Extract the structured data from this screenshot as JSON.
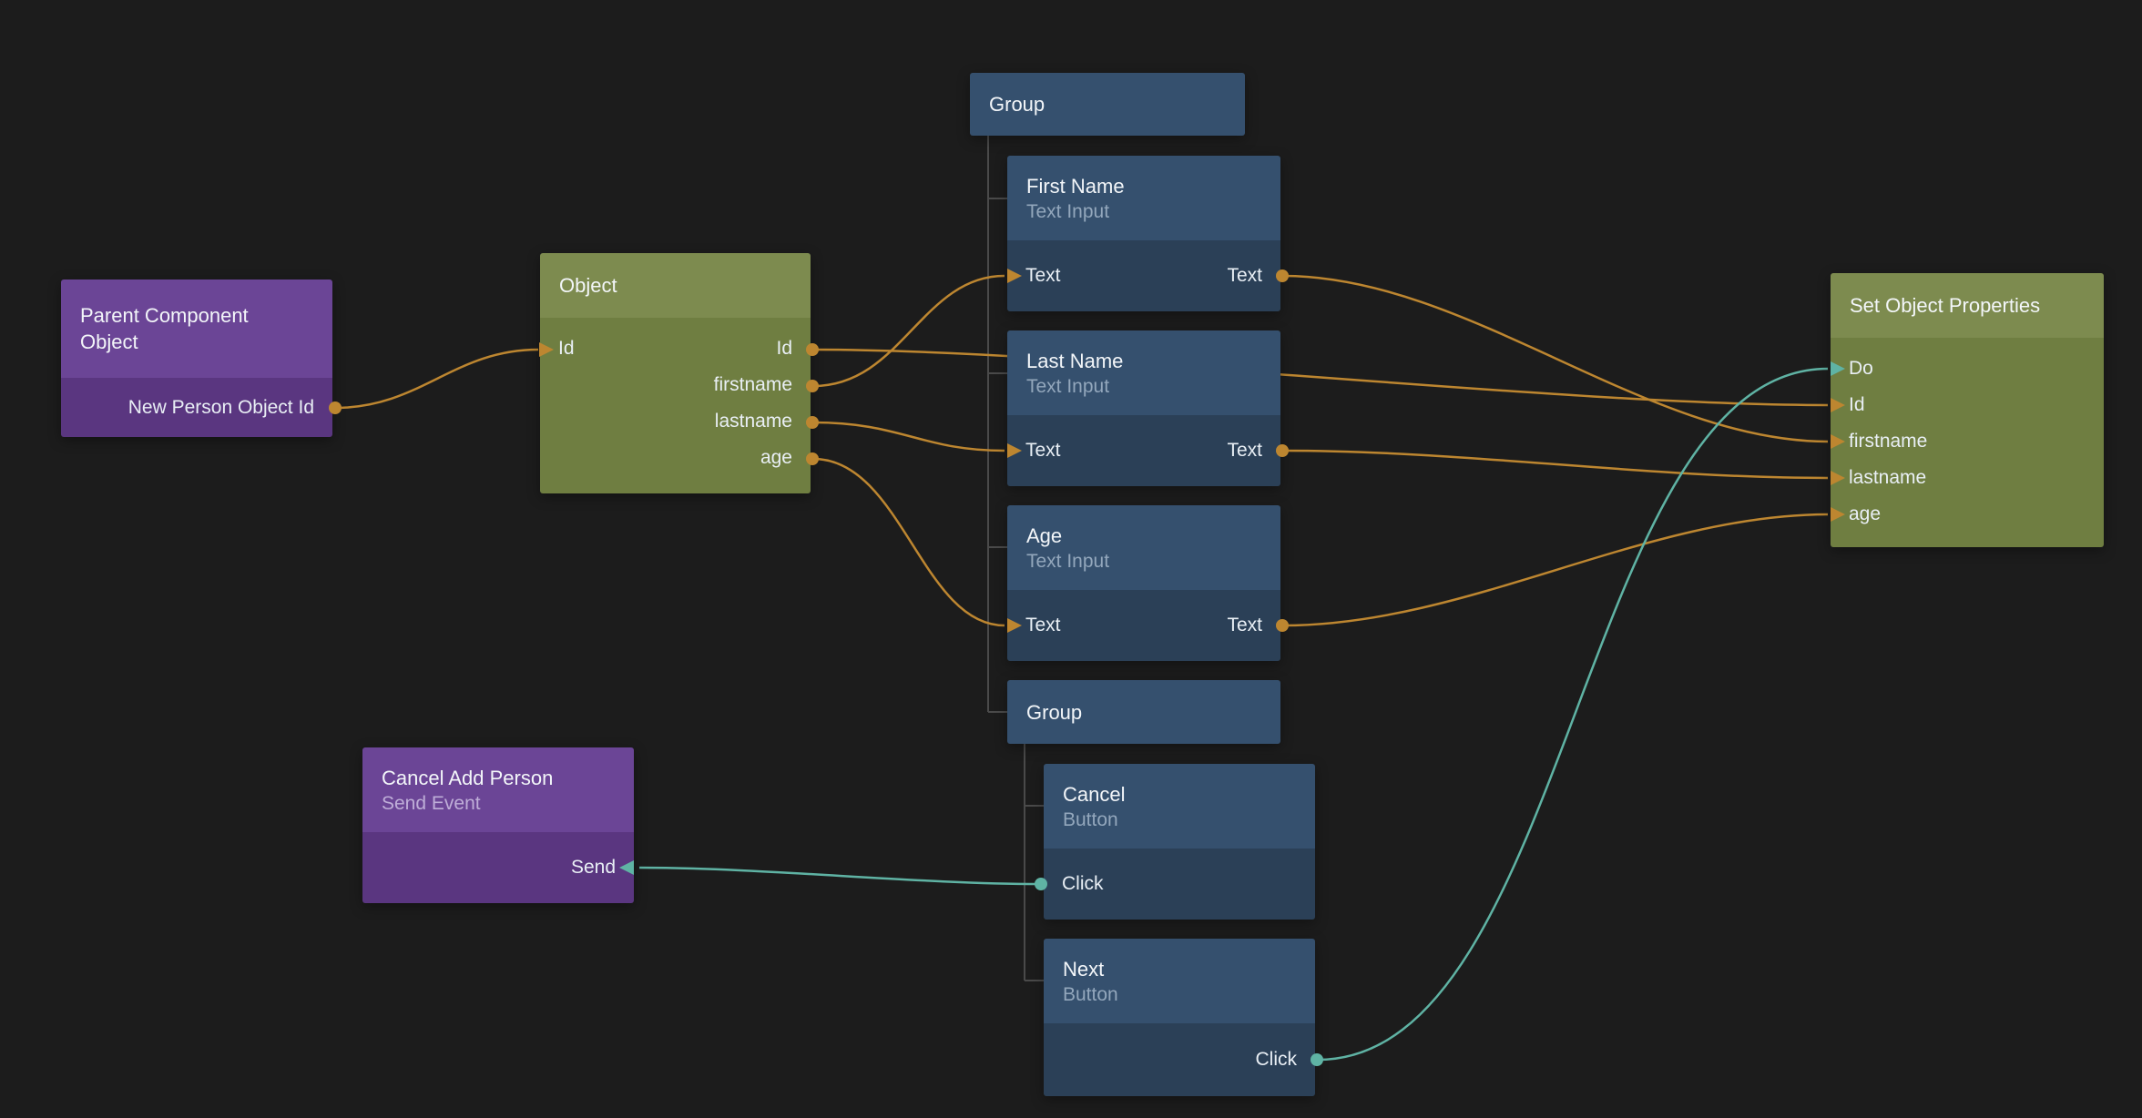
{
  "canvas": {
    "background": "#1c1c1c"
  },
  "palette": {
    "purple_header": "#6b4596",
    "purple_body": "#5a3680",
    "olive_header": "#7d8b4f",
    "olive_body": "#6f7e41",
    "blue_header": "#35506e",
    "blue_body": "#2b4057",
    "connection_orange": "#bd8630",
    "connection_teal": "#5fb3a4",
    "group_line": "#4a4a4a"
  },
  "nodes": {
    "parent_component_object": {
      "title": "Parent Component Object",
      "output": "New Person Object Id"
    },
    "object": {
      "title": "Object",
      "input": "Id",
      "outputs": [
        "Id",
        "firstname",
        "lastname",
        "age"
      ]
    },
    "group_top": {
      "title": "Group"
    },
    "first_name": {
      "title": "First Name",
      "subtitle": "Text Input",
      "input": "Text",
      "output": "Text"
    },
    "last_name": {
      "title": "Last Name",
      "subtitle": "Text Input",
      "input": "Text",
      "output": "Text"
    },
    "age": {
      "title": "Age",
      "subtitle": "Text Input",
      "input": "Text",
      "output": "Text"
    },
    "group_buttons": {
      "title": "Group"
    },
    "cancel": {
      "title": "Cancel",
      "subtitle": "Button",
      "output": "Click"
    },
    "next": {
      "title": "Next",
      "subtitle": "Button",
      "output": "Click"
    },
    "cancel_add_person": {
      "title": "Cancel Add Person",
      "subtitle": "Send Event",
      "input": "Send"
    },
    "set_object_properties": {
      "title": "Set Object Properties",
      "inputs": [
        "Do",
        "Id",
        "firstname",
        "lastname",
        "age"
      ]
    }
  },
  "groups": [
    {
      "title": "Group",
      "children": [
        "First Name",
        "Last Name",
        "Age",
        "Group"
      ]
    },
    {
      "title": "Group",
      "children": [
        "Cancel",
        "Next"
      ]
    }
  ],
  "connections": [
    {
      "from": "Parent Component Object / New Person Object Id",
      "to": "Object / Id",
      "color": "#bd8630"
    },
    {
      "from": "Object / Id",
      "to": "Set Object Properties / Id",
      "color": "#bd8630"
    },
    {
      "from": "Object / firstname",
      "to": "First Name / Text",
      "color": "#bd8630"
    },
    {
      "from": "Object / lastname",
      "to": "Last Name / Text",
      "color": "#bd8630"
    },
    {
      "from": "Object / age",
      "to": "Age / Text",
      "color": "#bd8630"
    },
    {
      "from": "First Name / Text",
      "to": "Set Object Properties / firstname",
      "color": "#bd8630"
    },
    {
      "from": "Last Name / Text",
      "to": "Set Object Properties / lastname",
      "color": "#bd8630"
    },
    {
      "from": "Age / Text",
      "to": "Set Object Properties / age",
      "color": "#bd8630"
    },
    {
      "from": "Cancel / Click",
      "to": "Cancel Add Person / Send",
      "color": "#5fb3a4"
    },
    {
      "from": "Next / Click",
      "to": "Set Object Properties / Do",
      "color": "#5fb3a4"
    }
  ]
}
